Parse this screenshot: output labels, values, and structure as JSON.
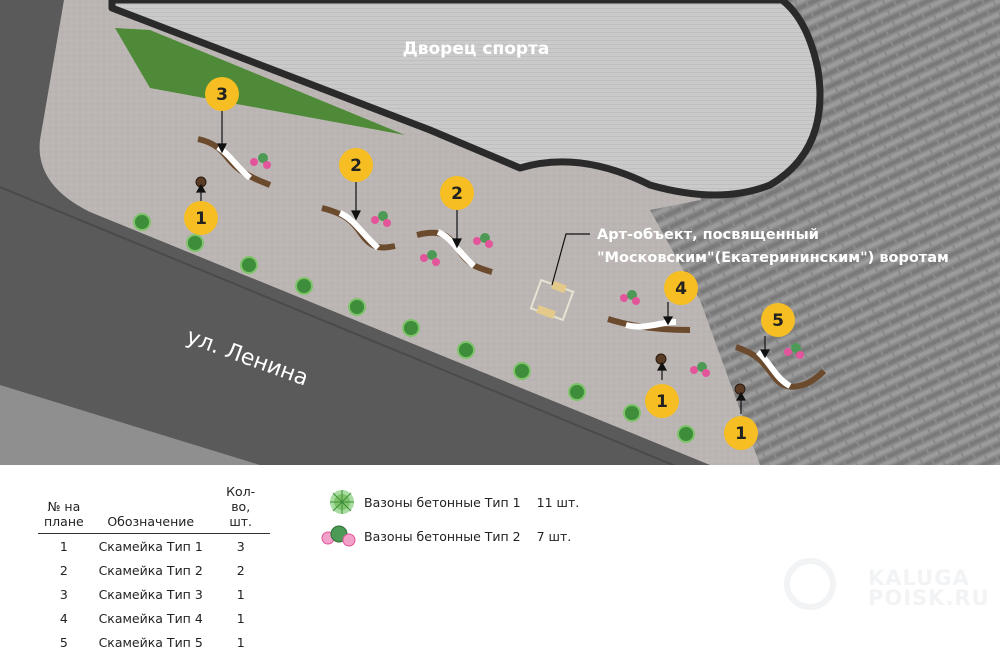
{
  "plan": {
    "building_label": "Дворец спорта",
    "street_label": "ул. Ленина",
    "art_object_label": {
      "line1": "Арт-объект, посвященный",
      "line2": "\"Московским\"(Екатерининским\") воротам"
    },
    "markers": [
      "3",
      "2",
      "2",
      "1",
      "4",
      "5",
      "1",
      "1"
    ],
    "colors": {
      "badge": "#f6be23",
      "asphalt": "#585858",
      "sidewalk": "#b9b4b1",
      "building_roof": "#c9c9c9",
      "lawn": "#4f8a38",
      "paving": "#888888"
    }
  },
  "legend": {
    "headers": {
      "number": [
        "№ на",
        "плане"
      ],
      "designation": "Обозначение",
      "quantity": [
        "Кол-во,",
        "шт."
      ]
    },
    "rows": [
      {
        "number": "1",
        "designation": "Скамейка Тип 1",
        "quantity": "3"
      },
      {
        "number": "2",
        "designation": "Скамейка Тип 2",
        "quantity": "2"
      },
      {
        "number": "3",
        "designation": "Скамейка Тип 3",
        "quantity": "1"
      },
      {
        "number": "4",
        "designation": "Скамейка Тип 4",
        "quantity": "1"
      },
      {
        "number": "5",
        "designation": "Скамейка Тип 5",
        "quantity": "1"
      }
    ]
  },
  "planters": [
    {
      "icon": "planter-type1-icon",
      "name": "Вазоны бетонные Тип 1",
      "count": "11 шт."
    },
    {
      "icon": "planter-type2-icon",
      "name": "Вазоны бетонные Тип 2",
      "count": "7 шт."
    }
  ],
  "watermark": {
    "line1": "KALUGA",
    "line2": "POISK.RU"
  }
}
